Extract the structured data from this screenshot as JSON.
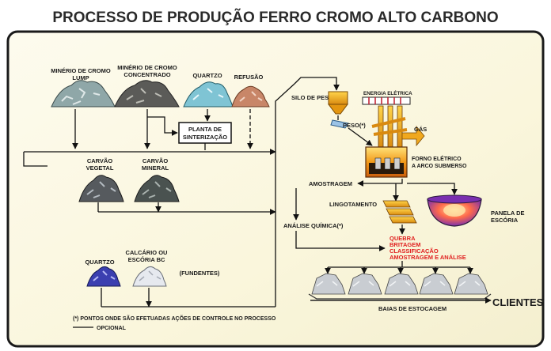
{
  "title": "PROCESSO DE PRODUÇÃO FERRO CROMO ALTO CARBONO",
  "inputs": {
    "lump_line1": "MINÉRIO DE CROMO",
    "lump_line2": "LUMP",
    "conc_line1": "MINÉRIO DE CROMO",
    "conc_line2": "CONCENTRADO",
    "quartzo": "QUARTZO",
    "refusao": "REFUSÃO",
    "carvao_vegetal_1": "CARVÃO",
    "carvao_vegetal_2": "VEGETAL",
    "carvao_mineral_1": "CARVÃO",
    "carvao_mineral_2": "MINERAL",
    "fund_quartzo": "QUARTZO",
    "calcario_1": "CALCÁRIO OU",
    "calcario_2": "ESCÓRIA BC",
    "fundentes": "(FUNDENTES)"
  },
  "process": {
    "sinter_1": "PLANTA DE",
    "sinter_2": "SINTERIZAÇÃO",
    "silo": "SILO DE PESAGEM",
    "energia": "ENERGIA ELÉTRICA",
    "peso": "PESO(*)",
    "gas": "GÁS",
    "forno_1": "FORNO ELÉTRICO",
    "forno_2": "A ARCO SUBMERSO",
    "amostragem": "AMOSTRAGEM",
    "lingotamento": "LINGOTAMENTO",
    "panela_1": "PANELA DE",
    "panela_2": "ESCÓRIA",
    "analise": "ANÁLISE QUÍMICA(*)",
    "quebra": "QUEBRA",
    "britagem": "BRITAGEM",
    "classificacao": "CLASSIFICAÇÃO",
    "amostragem_analise": "AMOSTRAGEM E ANÁLISE",
    "baias": "BAIAS DE ESTOCAGEM",
    "clientes": "CLIENTES"
  },
  "footnote": {
    "line1": "(*) PONTOS ONDE SÃO EFETUADAS AÇÕES DE CONTROLE NO PROCESSO",
    "line2": "OPCIONAL"
  },
  "colors": {
    "panel": "#fbf8e6",
    "border": "#1a1a1a",
    "red_text": "#e01e1e",
    "gold": "#e8a21a"
  }
}
